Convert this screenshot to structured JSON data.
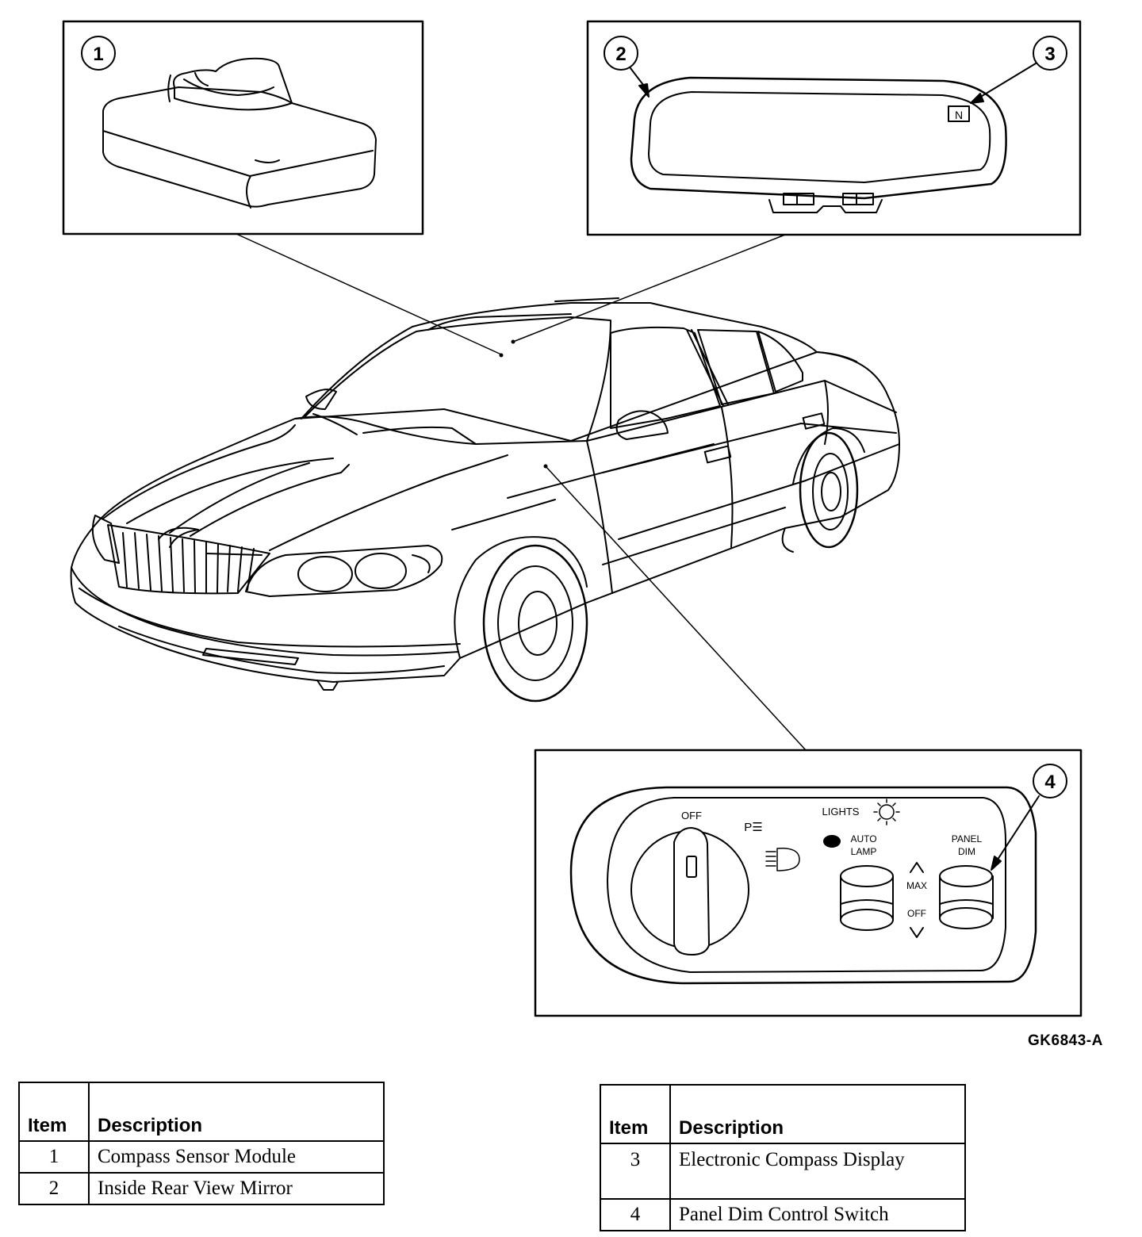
{
  "callouts": [
    "1",
    "2",
    "3",
    "4"
  ],
  "mirror_display": "N",
  "switch_panel": {
    "off_label": "OFF",
    "park_symbol": "P☰",
    "lights_label": "LIGHTS",
    "auto_label": "AUTO",
    "lamp_label": "LAMP",
    "panel_label": "PANEL",
    "dim_label": "DIM",
    "max_label": "MAX",
    "off2_label": "OFF"
  },
  "figure_id": "GK6843-A",
  "legend_left": {
    "header_item": "Item",
    "header_desc": "Description",
    "rows": [
      {
        "item": "1",
        "desc": "Compass Sensor Module"
      },
      {
        "item": "2",
        "desc": "Inside Rear View Mirror"
      }
    ]
  },
  "legend_right": {
    "header_item": "Item",
    "header_desc": "Description",
    "rows": [
      {
        "item": "3",
        "desc": "Electronic Compass Display"
      },
      {
        "item": "4",
        "desc": "Panel Dim Control Switch"
      }
    ]
  }
}
